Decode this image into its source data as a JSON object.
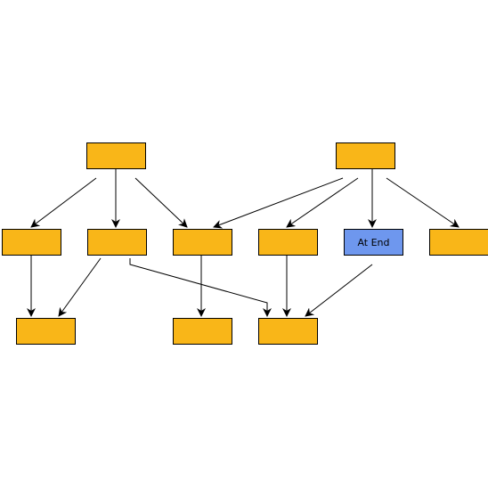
{
  "colors": {
    "default_fill": "#f9b618",
    "highlight_fill": "#6e97ee",
    "stroke": "#000000",
    "edge": "#000000"
  },
  "nodes": [
    {
      "id": "root-left",
      "label": "",
      "highlight": false
    },
    {
      "id": "root-right",
      "label": "",
      "highlight": false
    },
    {
      "id": "mid-1",
      "label": "",
      "highlight": false
    },
    {
      "id": "mid-2",
      "label": "",
      "highlight": false
    },
    {
      "id": "mid-3",
      "label": "",
      "highlight": false
    },
    {
      "id": "mid-4",
      "label": "",
      "highlight": false
    },
    {
      "id": "mid-5",
      "label": "At End",
      "highlight": true
    },
    {
      "id": "mid-6",
      "label": "",
      "highlight": false
    },
    {
      "id": "leaf-1",
      "label": "",
      "highlight": false
    },
    {
      "id": "leaf-2",
      "label": "",
      "highlight": false
    },
    {
      "id": "leaf-3",
      "label": "",
      "highlight": false
    }
  ],
  "edges": [
    {
      "from": "root-left",
      "to": "mid-1"
    },
    {
      "from": "root-left",
      "to": "mid-2"
    },
    {
      "from": "root-left",
      "to": "mid-3"
    },
    {
      "from": "root-right",
      "to": "mid-3"
    },
    {
      "from": "root-right",
      "to": "mid-4"
    },
    {
      "from": "root-right",
      "to": "mid-5"
    },
    {
      "from": "root-right",
      "to": "mid-6"
    },
    {
      "from": "mid-1",
      "to": "leaf-1"
    },
    {
      "from": "mid-2",
      "to": "leaf-1"
    },
    {
      "from": "mid-2",
      "to": "leaf-3"
    },
    {
      "from": "mid-3",
      "to": "leaf-2"
    },
    {
      "from": "mid-4",
      "to": "leaf-3"
    },
    {
      "from": "mid-5",
      "to": "leaf-3"
    }
  ]
}
